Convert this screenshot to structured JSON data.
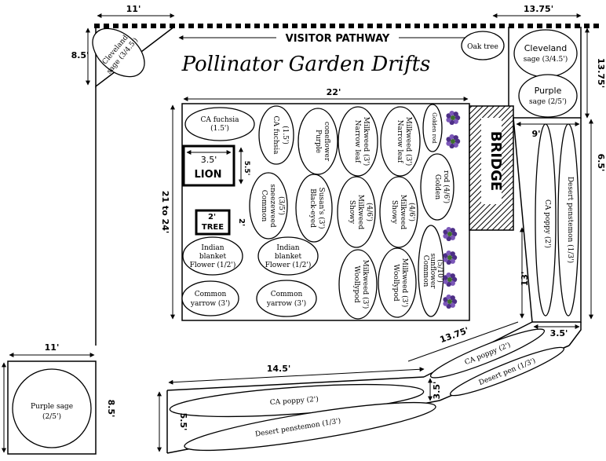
{
  "title": "Pollinator Garden Drifts",
  "pathway_label": "VISITOR PATHWAY",
  "bridge_label": "BRIDGE",
  "lion_label": "LION",
  "tree_label": "TREE",
  "dimensions": {
    "top_left_11": "11'",
    "top_right_1375": "13.75'",
    "left_85": "8.5'",
    "right_1375": "13.75'",
    "main_22": "22'",
    "main_21_24": "21 to 24'",
    "lion_35": "3.5'",
    "lion_55": "5.5'",
    "tree_2a": "2'",
    "tree_2b": "2'",
    "right_9": "9'",
    "right_65": "6.5'",
    "right_13": "13'",
    "right_35": "3.5'",
    "diag_1375": "13.75'",
    "bottom_145": "14.5'",
    "bottom_55": "5.5'",
    "bottom_35": "3.5'",
    "bl_11": "11'",
    "bl_85": "8.5'"
  },
  "plants": {
    "cleveland_tl_1": "Cleveland",
    "cleveland_tl_2": "sage (3/4.5')",
    "oak": "Oak tree",
    "cleveland_tr_1": "Cleveland",
    "cleveland_tr_2": "sage (3/4.5')",
    "purple_tr_1": "Purple",
    "purple_tr_2": "sage (2/5')",
    "fuchsia_a_1": "CA fuchsia",
    "fuchsia_a_2": "(1.5')",
    "fuchsia_b_1": "CA fuchsia",
    "fuchsia_b_2": "(1.5')",
    "purple_cone_1": "Purple",
    "purple_cone_2": "coneflower",
    "narrow1_1": "Narrow leaf",
    "narrow1_2": "Milkweed (3')",
    "narrow2_1": "Narrow leaf",
    "narrow2_2": "Milkweed (3')",
    "golden_small": "Golden rod",
    "golden_big_1": "Golden",
    "golden_big_2": "rod (4/6')",
    "sneezeweed_1": "Common",
    "sneezeweed_2": "sneezeweed",
    "sneezeweed_3": "(3/5')",
    "blackeyed_1": "Black-eyed",
    "blackeyed_2": "Susan's (3')",
    "showy1_1": "Showy",
    "showy1_2": "Milkweed",
    "showy1_3": "(4/6')",
    "showy2_1": "Showy",
    "showy2_2": "Milkweed",
    "showy2_3": "(4/6')",
    "sunflower_1": "Common",
    "sunflower_2": "sunflower",
    "sunflower_3": "(5/10')",
    "indian1_1": "Indian",
    "indian1_2": "blanket",
    "indian1_3": "Flower (1/2')",
    "indian2_1": "Indian",
    "indian2_2": "blanket",
    "indian2_3": "Flower (1/2')",
    "woolly1_1": "Woollypod",
    "woolly1_2": "Milkweed (3')",
    "woolly2_1": "Woollypod",
    "woolly2_2": "Milkweed (3')",
    "yarrow1_1": "Common",
    "yarrow1_2": "yarrow (3')",
    "yarrow2_1": "Common",
    "yarrow2_2": "yarrow (3')",
    "ca_poppy_right": "CA poppy (2')",
    "desert_pen_right": "Desert penstemon (1/3')",
    "ca_poppy_diag": "CA poppy (2')",
    "desert_pen_diag": "Desert pen (1/3')",
    "ca_poppy_bottom": "CA poppy (2')",
    "desert_pen_bottom": "Desert penstemon (1/3')",
    "purple_bl_1": "Purple sage",
    "purple_bl_2": "(2/5')"
  }
}
